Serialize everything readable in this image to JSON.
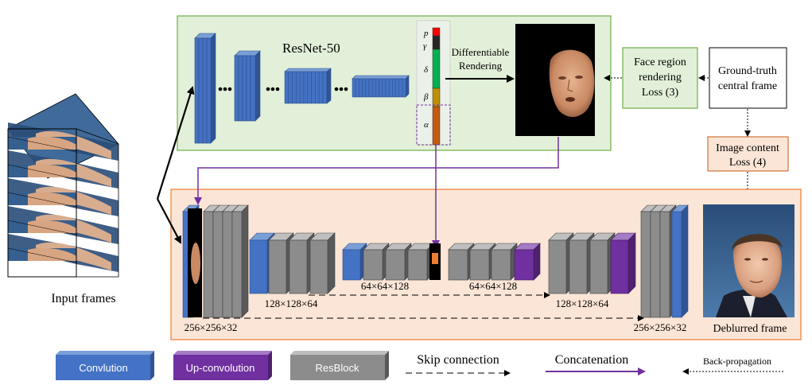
{
  "resnet": {
    "title": "ResNet-50"
  },
  "rendering": {
    "line1": "Differentiable",
    "line2": "Rendering"
  },
  "params": [
    "p",
    "γ",
    "δ",
    "β",
    "α"
  ],
  "loss_region": {
    "line1": "Face region",
    "line2": "rendering",
    "line3": "Loss (3)"
  },
  "ground_truth": {
    "line1": "Ground-truth",
    "line2": "central frame"
  },
  "loss_content": {
    "line1": "Image content",
    "line2": "Loss (4)"
  },
  "labels": {
    "input_frames": "Input frames",
    "deblurred": "Deblurred frame",
    "dim_256_left": "256×256×32",
    "dim_128_left": "128×128×64",
    "dim_64_left": "64×64×128",
    "dim_64_right": "64×64×128",
    "dim_128_right": "128×128×64",
    "dim_256_right": "256×256×32"
  },
  "legend": {
    "conv": "Convlution",
    "upconv": "Up-convolution",
    "resblock": "ResBlock",
    "skip": "Skip connection",
    "concat": "Concatenation",
    "backprop": "Back-propagation"
  },
  "colors": {
    "conv": "#4472c4",
    "upconv": "#7030a0",
    "resblock": "#8c8c8c",
    "green_panel": "#e2f0d9",
    "orange_panel": "#fbe5d6"
  }
}
